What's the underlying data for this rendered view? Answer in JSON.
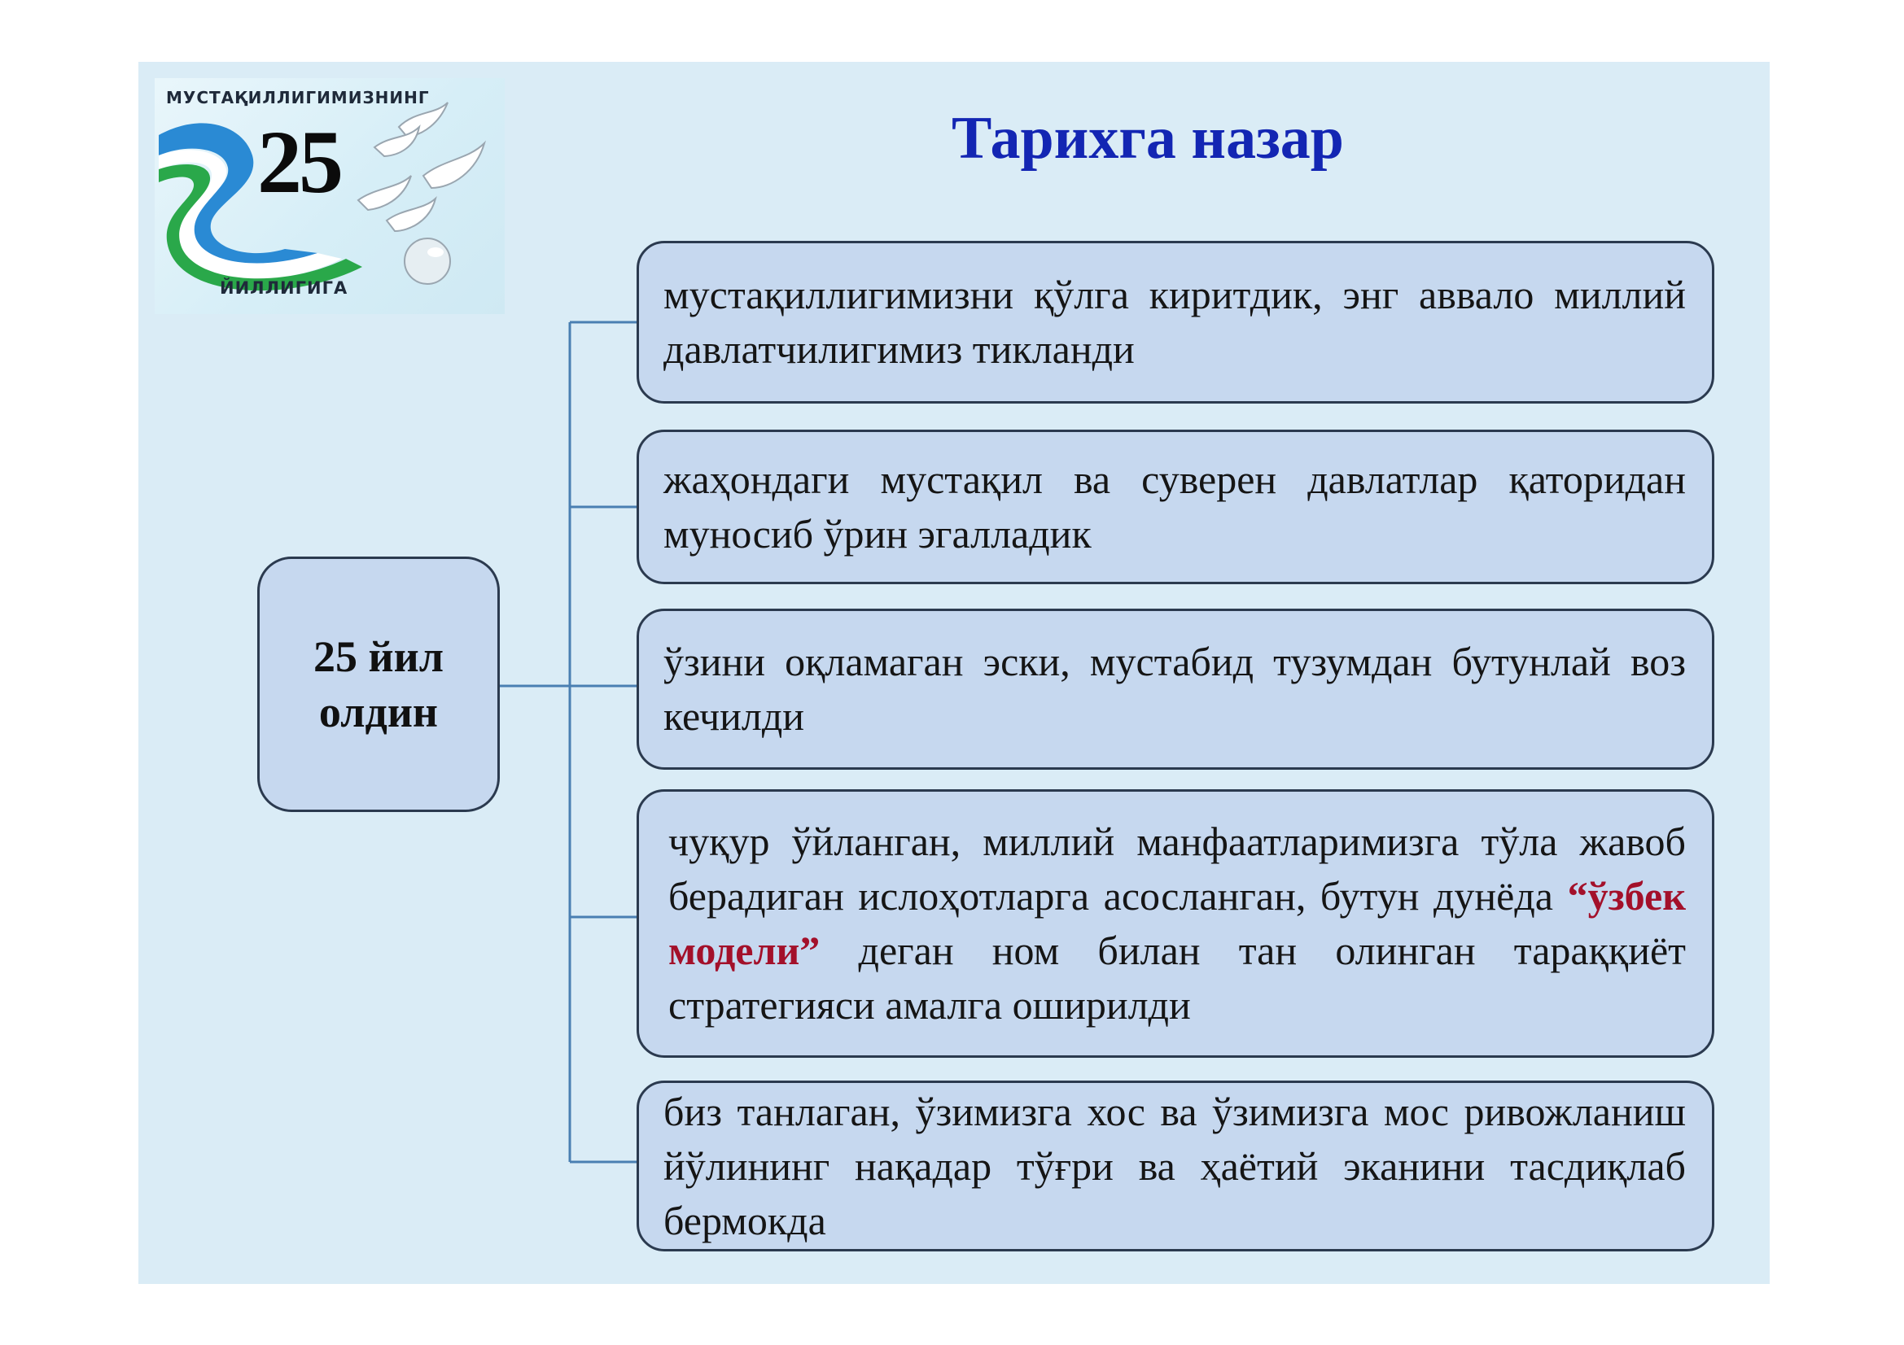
{
  "logo": {
    "top_text": "МУСТАҚИЛЛИГИМИЗНИНГ",
    "number": "25",
    "bottom_text": "ЙИЛЛИГИГА"
  },
  "title": "Тарихга назар",
  "center": {
    "label": "25 йил олдин"
  },
  "items": [
    {
      "text": "мустақиллигимизни қўлга киритдик, энг аввало миллий давлатчилигимиз тикланди"
    },
    {
      "text": "жаҳондаги мустақил ва суверен давлатлар қаторидан муносиб ўрин эгалладик"
    },
    {
      "text": "ўзини оқламаган эски, мустабид тузумдан бутунлай воз кечилди"
    },
    {
      "text_before": "чуқур ўйланган, миллий манфаатларимизга тўла жавоб берадиган ислоҳотларга асосланган, бутун дунёда",
      "highlight": "“ўзбек модели”",
      "text_after": "деган ном билан тан олинган тараққиёт стратегияси амалга оширилди"
    },
    {
      "text": "биз танлаган, ўзимизга хос ва ўзимизга мос ривожланиш йўлининг нақадар тўғри ва ҳаётий эканини тасдиқлаб бермокда"
    }
  ],
  "colors": {
    "background": "#daecf6",
    "box_fill": "#c6d8ef",
    "box_border": "#2b3a4f",
    "connector": "#4a7fb2",
    "title": "#1326b3",
    "highlight": "#a3102a"
  }
}
